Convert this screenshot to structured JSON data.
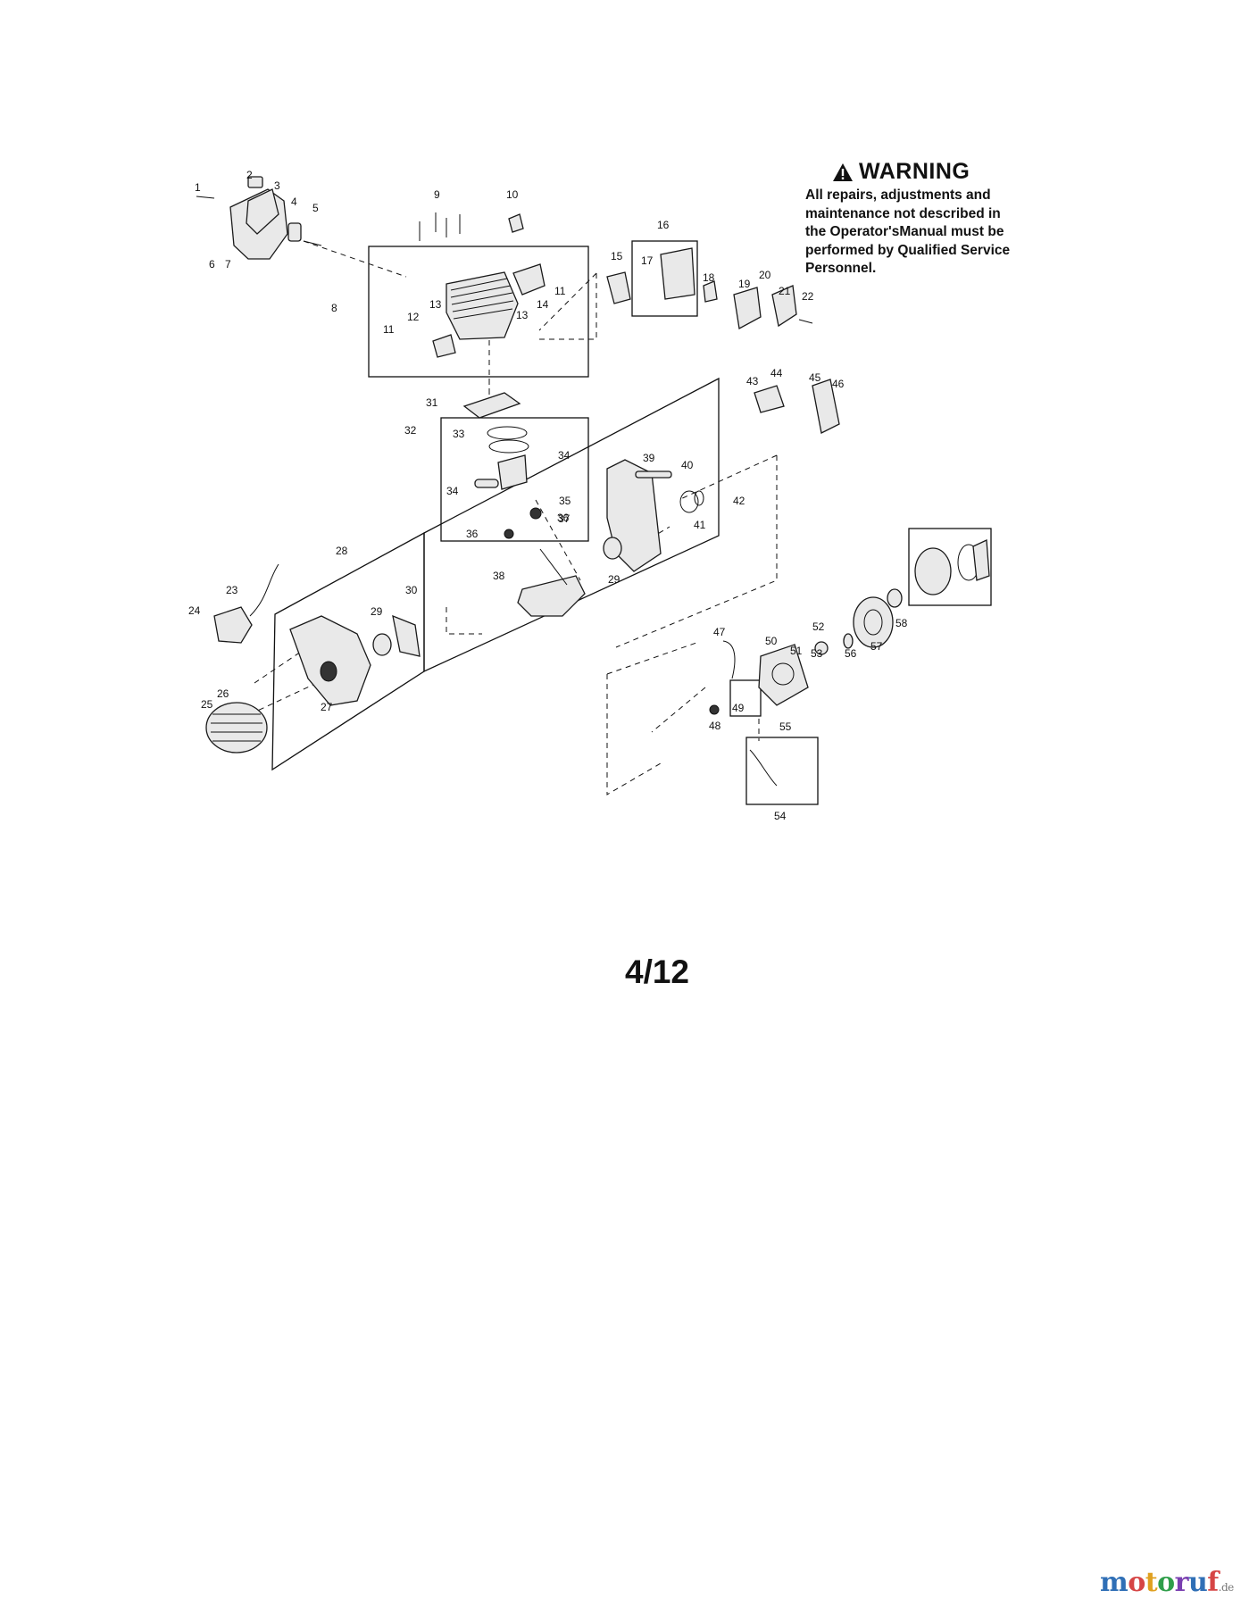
{
  "warning": {
    "title": "WARNING",
    "lines": [
      "All repairs, adjustments and",
      "maintenance not described in",
      "the Operator'sManual must be",
      "performed by Qualified Service",
      "Personnel."
    ]
  },
  "page_number": "4/12",
  "watermark": {
    "letters": [
      "m",
      "o",
      "t",
      "o",
      "r",
      "u",
      "f"
    ],
    "colors": [
      "#2f6fb6",
      "#d64545",
      "#e0a020",
      "#2f9e4a",
      "#7a3fb0",
      "#2f6fb6",
      "#d64545"
    ],
    "tld": ".de"
  },
  "callouts": [
    "1",
    "2",
    "3",
    "4",
    "5",
    "6",
    "7",
    "8",
    "9",
    "10",
    "11",
    "11",
    "12",
    "13",
    "13",
    "14",
    "15",
    "16",
    "17",
    "18",
    "19",
    "20",
    "21",
    "22",
    "23",
    "24",
    "25",
    "26",
    "27",
    "28",
    "29",
    "29",
    "30",
    "31",
    "32",
    "33",
    "34",
    "34",
    "35",
    "36",
    "36",
    "37",
    "38",
    "39",
    "40",
    "41",
    "42",
    "43",
    "44",
    "45",
    "46",
    "47",
    "48",
    "49",
    "50",
    "51",
    "52",
    "53",
    "54",
    "55",
    "56",
    "57",
    "58"
  ]
}
